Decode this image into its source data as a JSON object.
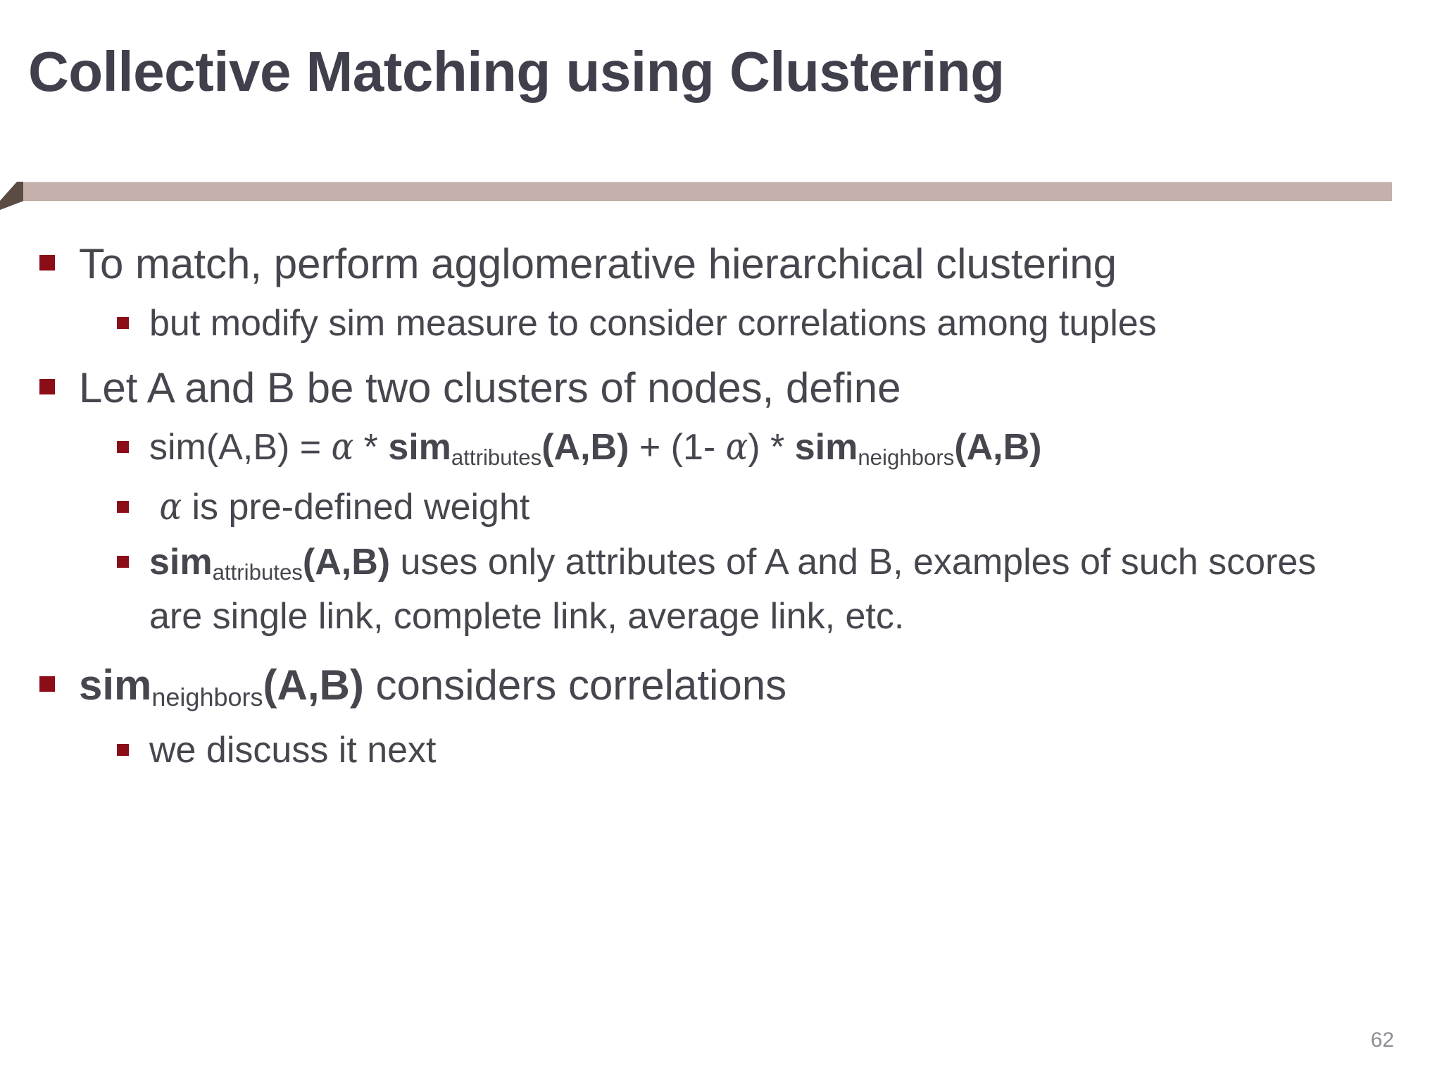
{
  "slide": {
    "title": "Collective Matching using Clustering",
    "page_number": "62",
    "colors": {
      "title": "#40404D",
      "body_text": "#46464F",
      "bullet": "#8B0D17",
      "divider_bar": "#C6B0AB",
      "divider_tab": "#5A4B43",
      "page_number": "#8D8D93",
      "background": "#FFFFFF"
    }
  },
  "content": {
    "bullets": [
      {
        "level": 1,
        "text": "To match, perform agglomerative hierarchical clustering"
      },
      {
        "level": 2,
        "text": "but modify sim measure to consider correlations among tuples"
      },
      {
        "level": 1,
        "text": "Let A and B be two clusters of nodes, define"
      },
      {
        "level": 2,
        "formula": {
          "lhs": "sim(A,B) = ",
          "alpha1": "α",
          "op1": " * ",
          "sim1": "sim",
          "sub1": "attributes",
          "args1": "(A,B)",
          "mid": " + (1- ",
          "alpha2": "α",
          "op2": ") * ",
          "sim2": "sim",
          "sub2": "neighbors",
          "args2": "(A,B)"
        },
        "text": "sim(A,B) = α * simattributes(A,B) + (1- α) * simneighbors(A,B)"
      },
      {
        "level": 2,
        "alpha_lead": "α",
        "text": " is pre-defined weight"
      },
      {
        "level": 2,
        "sim_lead": "sim",
        "sub_lead": "attributes",
        "args_lead": "(A,B)",
        "text": " uses only attributes of A and B, examples of such scores are single link, complete link, average link, etc."
      },
      {
        "level": 1,
        "sim_lead": "sim",
        "sub_lead": "neighbors",
        "args_lead": "(A,B)",
        "text": " considers correlations"
      },
      {
        "level": 2,
        "text": "we discuss it next"
      }
    ]
  }
}
